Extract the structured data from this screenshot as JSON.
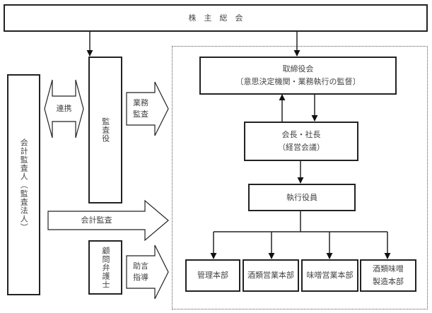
{
  "shareholders_meeting": {
    "label": "株　主　総　会"
  },
  "accounting_auditor": {
    "label": "会計監査人（監査法人）"
  },
  "cooperation_arrow": {
    "label": "連携"
  },
  "corporate_auditors": {
    "label": "監査役"
  },
  "business_audit_arrow": {
    "label": "業務\n監査"
  },
  "accounting_audit_arrow": {
    "label": "会計監査"
  },
  "legal_advisor": {
    "label": "顧問弁護士"
  },
  "advice_arrow": {
    "label": "助言\n指導"
  },
  "board_of_directors": {
    "title": "取締役会",
    "subtitle": "〔意思決定機関・業務執行の監督〕"
  },
  "chairman_president": {
    "title": "会長・社長",
    "subtitle": "（経営会議）"
  },
  "executive_officers": {
    "label": "執行役員"
  },
  "divisions": [
    {
      "label": "管理本部"
    },
    {
      "label": "酒類営業本部"
    },
    {
      "label": "味噌営業本部"
    },
    {
      "label": "酒類味噌\n製造本部"
    }
  ]
}
